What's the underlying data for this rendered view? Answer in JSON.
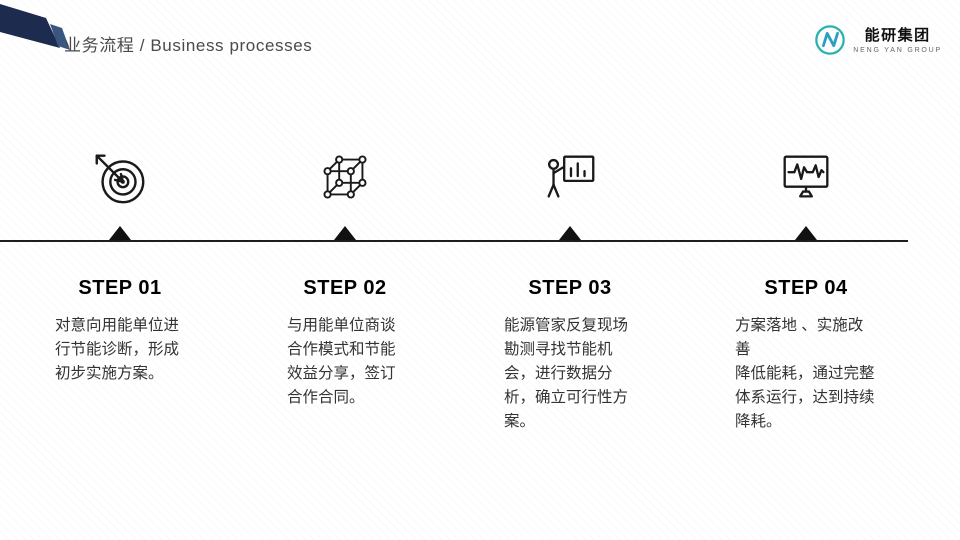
{
  "slide": {
    "title": "业务流程 / Business processes"
  },
  "logo": {
    "name": "能研集团",
    "caption": "NENG YAN GROUP"
  },
  "timeline": {
    "steps": [
      {
        "label": "STEP 01",
        "icon": "dart-target-icon",
        "text": "对意向用能单位进行节能诊断，形成初步实施方案。"
      },
      {
        "label": "STEP 02",
        "icon": "cube-lattice-icon",
        "text": "与用能单位商谈合作模式和节能效益分享，签订合作合同。"
      },
      {
        "label": "STEP 03",
        "icon": "presenter-chart-icon",
        "text": "能源管家反复现场勘测寻找节能机会，进行数据分析，确立可行性方案。"
      },
      {
        "label": "STEP 04",
        "icon": "monitor-waveform-icon",
        "text": "方案落地 、实施改善\n降低能耗，通过完整体系运行，达到持续降耗。"
      }
    ]
  },
  "colors": {
    "navy": "#1c2b4e",
    "steel_blue": "#3a5680",
    "teal": "#29b2ab",
    "line": "#1d1d1d",
    "heading": "#000000",
    "body_text": "#333333",
    "title_text": "#4a4a4a"
  }
}
